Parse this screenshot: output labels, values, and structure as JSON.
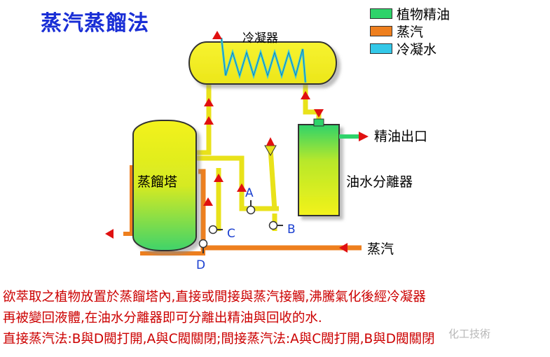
{
  "title": "蒸汽蒸餾法",
  "legend": [
    {
      "label": "植物精油",
      "color": "#2ed36a"
    },
    {
      "label": "蒸汽",
      "color": "#ee7f1e"
    },
    {
      "label": "冷凝水",
      "color": "#33c8e8"
    }
  ],
  "labels": {
    "condenser": "冷凝器",
    "still": "蒸餾塔",
    "separator": "油水分離器",
    "oil_outlet": "精油出口",
    "steam_in": "蒸汽"
  },
  "valves": [
    "A",
    "B",
    "C",
    "D"
  ],
  "description": [
    "欲萃取之植物放置於蒸餾塔內,直接或間接與蒸汽接觸,沸騰氣化後經冷凝器",
    "再被變回液體,在油水分離器即可分離出精油與回收的水.",
    "直接蒸汽法:B與D閥打開,A與C閥關閉;間接蒸汽法:A與C閥打開,B與D閥關閉"
  ],
  "watermark": "化工技術"
}
